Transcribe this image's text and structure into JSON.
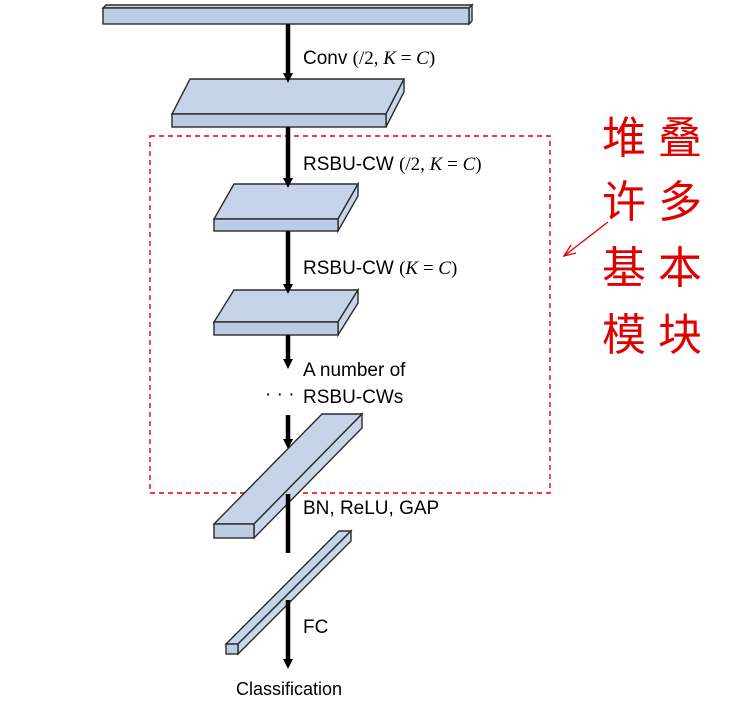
{
  "steps": {
    "conv": {
      "name": "Conv",
      "open": "(/2, ",
      "k": "K",
      "eq": " = ",
      "c": "C",
      "close": ")"
    },
    "rsbu1": {
      "name": "RSBU-CW",
      "open": "(/2, ",
      "k": "K",
      "eq": " = ",
      "c": "C",
      "close": ")"
    },
    "rsbu2": {
      "name": "RSBU-CW",
      "open": "(",
      "k": "K",
      "eq": " = ",
      "c": "C",
      "close": ")"
    },
    "number_line1": "A number of",
    "number_line2": "RSBU-CWs",
    "ellipsis": "· · ·",
    "bn": "BN, ReLU, GAP",
    "fc": "FC",
    "classification": "Classification"
  },
  "annotation": {
    "col1": [
      "堆",
      "许",
      "基",
      "模"
    ],
    "col2": [
      "叠",
      "多",
      "本",
      "块"
    ]
  },
  "colors": {
    "block_fill": "#bccce4",
    "block_edge": "#2b2b2b",
    "highlight": "#e00000"
  }
}
